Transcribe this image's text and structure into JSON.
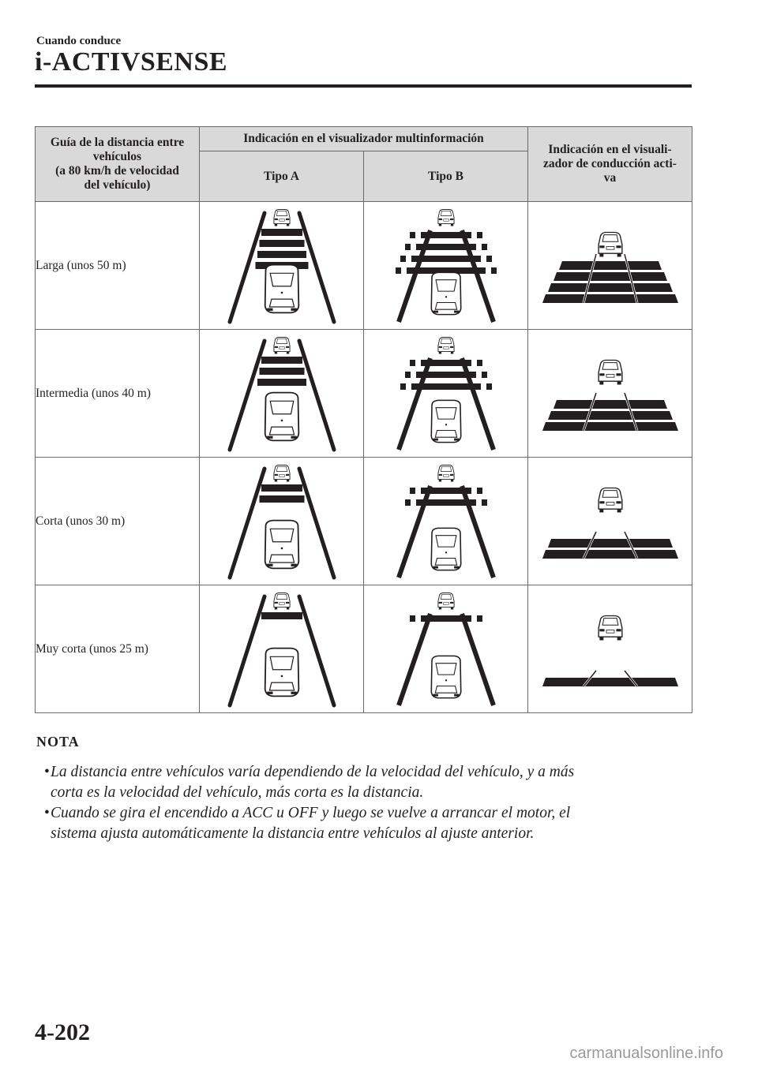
{
  "header": {
    "section": "Cuando conduce",
    "chapter": "i-ACTIVSENSE"
  },
  "table": {
    "col_distance": "Guía de la distancia entre vehículos (a 80 km/h de velocidad del vehículo)",
    "col_distance_lines": [
      "Guía de la distancia entre",
      "vehículos",
      "(a 80 km/h de velocidad",
      "del vehículo)"
    ],
    "col_multi": "Indicación en el visualizador multinformación",
    "col_type_a": "Tipo A",
    "col_type_b": "Tipo B",
    "col_active_lines": [
      "Indicación en el visuali-",
      "zador de conducción acti-",
      "va"
    ],
    "rows": [
      {
        "label": "Larga (unos 50 m)",
        "bars": 4
      },
      {
        "label": "Intermedia (unos 40 m)",
        "bars": 3
      },
      {
        "label": "Corta (unos 30 m)",
        "bars": 2
      },
      {
        "label": "Muy corta (unos 25 m)",
        "bars": 1
      }
    ]
  },
  "note": {
    "title": "NOTA",
    "bullet": "•",
    "items": [
      {
        "line1": "La distancia entre vehículos varía dependiendo de la velocidad del vehículo, y a más",
        "line2": "corta es la velocidad del vehículo, más corta es la distancia."
      },
      {
        "line1": "Cuando se gira el encendido a ACC u OFF y luego se vuelve a arrancar el motor, el",
        "line2": "sistema ajusta automáticamente la distancia entre vehículos al ajuste anterior."
      }
    ]
  },
  "footer": {
    "page": "4-202",
    "watermark": "carmanualsonline.info"
  }
}
